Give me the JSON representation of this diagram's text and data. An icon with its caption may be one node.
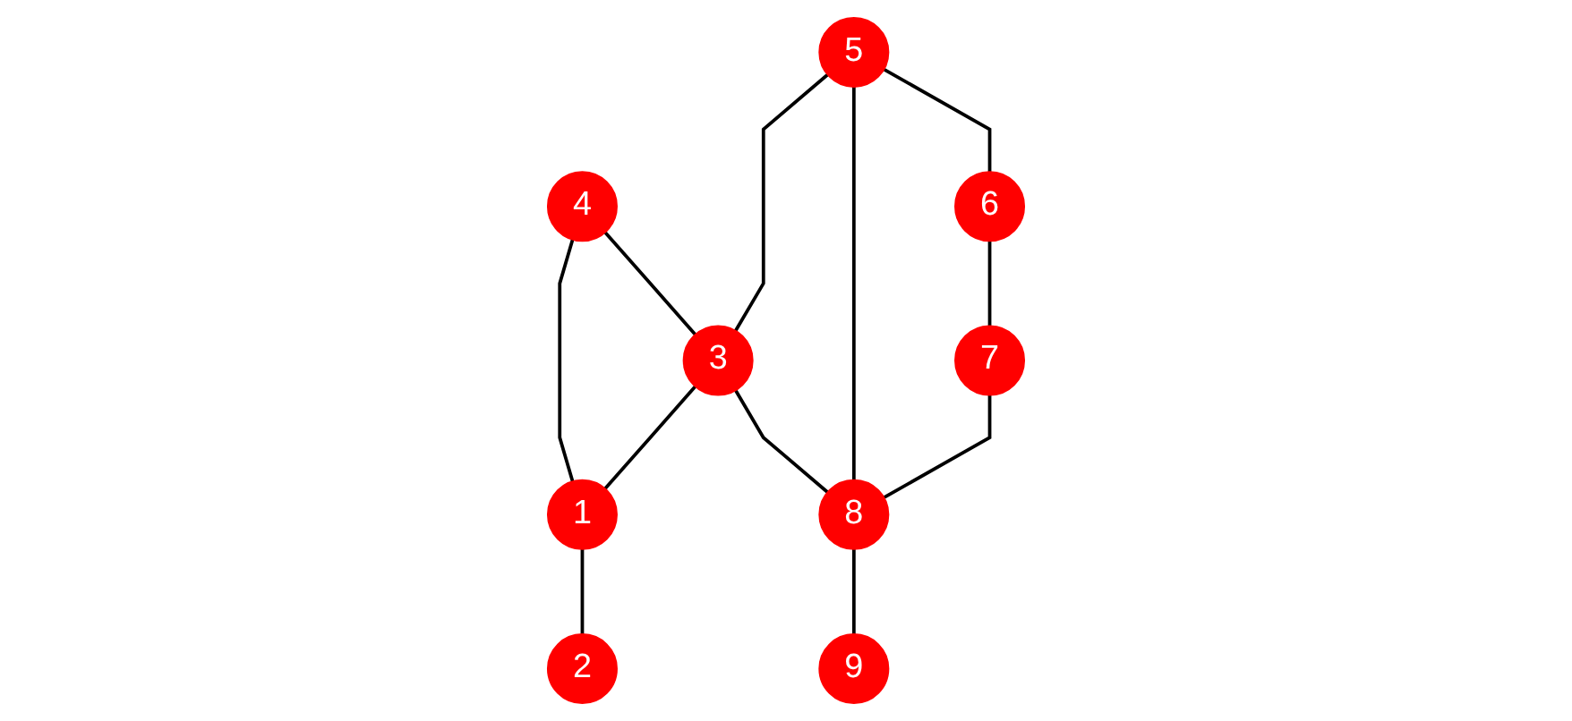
{
  "diagram": {
    "nodes": [
      {
        "text": [
          "1"
        ]
      },
      {
        "text": [
          "2"
        ]
      },
      {
        "text": [
          "3"
        ]
      },
      {
        "text": [
          "4"
        ]
      },
      {
        "text": [
          "5"
        ]
      },
      {
        "text": [
          "6"
        ]
      },
      {
        "text": [
          "7"
        ]
      },
      {
        "text": [
          "8"
        ]
      },
      {
        "text": [
          "9"
        ]
      }
    ],
    "edges": [
      {
        "from": 3,
        "to": 0,
        "arrow": "none"
      },
      {
        "from": 3,
        "to": 2,
        "arrow": "none"
      },
      {
        "from": 2,
        "to": 0,
        "arrow": "none"
      },
      {
        "from": 0,
        "to": 1,
        "arrow": "none"
      },
      {
        "from": 4,
        "to": 2,
        "arrow": "none"
      },
      {
        "from": 2,
        "to": 7,
        "arrow": "none"
      },
      {
        "from": 4,
        "to": 5,
        "arrow": "none"
      },
      {
        "from": 4,
        "to": 7,
        "arrow": "none"
      },
      {
        "from": 5,
        "to": 6,
        "arrow": "none"
      },
      {
        "from": 6,
        "to": 7,
        "arrow": "none"
      },
      {
        "from": 7,
        "to": 8,
        "arrow": "none"
      }
    ]
  }
}
